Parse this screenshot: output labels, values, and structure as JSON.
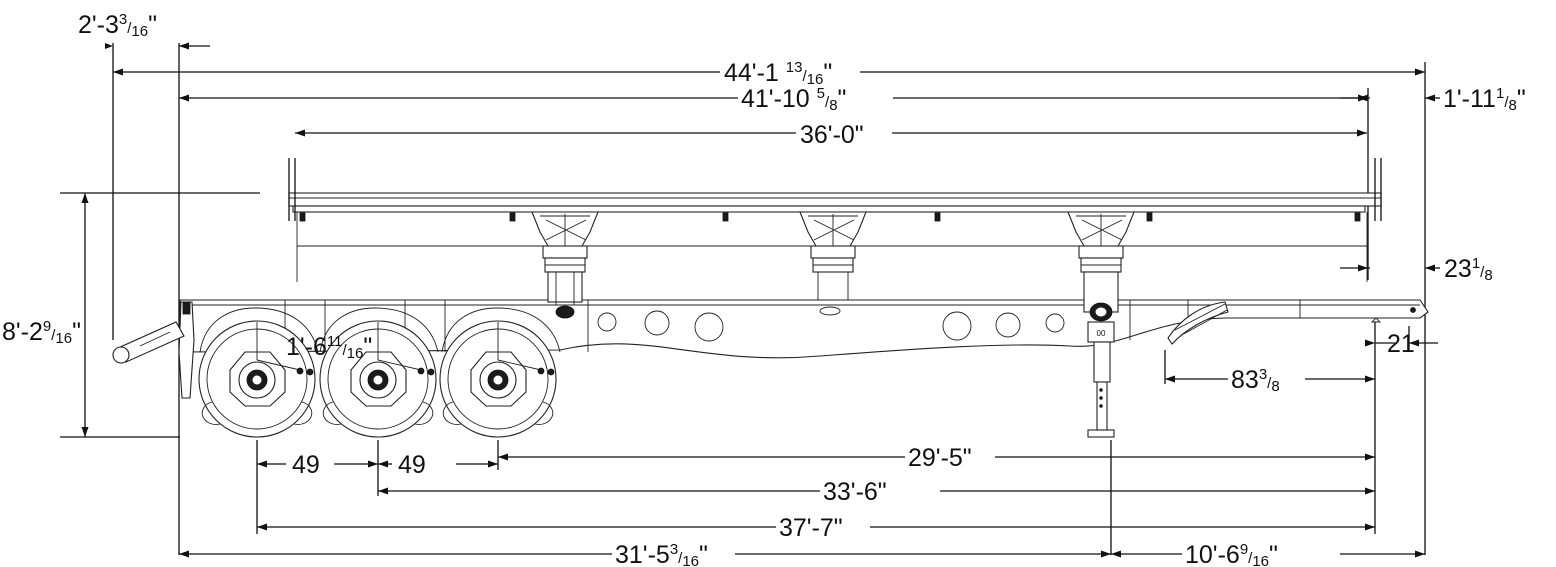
{
  "drawing": {
    "subject": "Chassis trailer side elevation dimension drawing",
    "line_color": "#111111",
    "background": "#ffffff"
  },
  "dimensions": {
    "front_overhang_top": {
      "whole": "2'-3",
      "num": "3",
      "den": "16",
      "unit": "\""
    },
    "overall_length": {
      "whole": "44'-1",
      "num": "13",
      "den": "16",
      "unit": "\"",
      "spaced": true
    },
    "frame_length": {
      "whole": "41'-10",
      "num": "5",
      "den": "8",
      "unit": "\"",
      "spaced": true
    },
    "container_length": {
      "whole": "36'-0\""
    },
    "rear_offset": {
      "whole": "1'-11",
      "num": "1",
      "den": "8",
      "unit": "\""
    },
    "overall_height": {
      "whole": "8'-2",
      "num": "9",
      "den": "16",
      "unit": "\""
    },
    "tire_diameter": {
      "whole": "1'-6",
      "num": "11",
      "den": "16",
      "unit": "\""
    },
    "rear_bolster_height": {
      "whole": "23",
      "num": "1",
      "den": "8",
      "unit": ""
    },
    "gooseneck_length": {
      "whole": "83",
      "num": "3",
      "den": "8",
      "unit": ""
    },
    "kingpin_setback": {
      "whole": "21"
    },
    "axle_spread_1": {
      "whole": "49"
    },
    "axle_spread_2": {
      "whole": "49"
    },
    "axle3_to_kingpin": {
      "whole": "29'-5\""
    },
    "axle2_to_kingpin": {
      "whole": "33'-6\""
    },
    "axle1_to_kingpin": {
      "whole": "37'-7\""
    },
    "rear_to_landing_gear": {
      "whole": "31'-5",
      "num": "3",
      "den": "16",
      "unit": "\""
    },
    "landing_gear_to_front": {
      "whole": "10'-6",
      "num": "9",
      "den": "16",
      "unit": "\""
    }
  }
}
